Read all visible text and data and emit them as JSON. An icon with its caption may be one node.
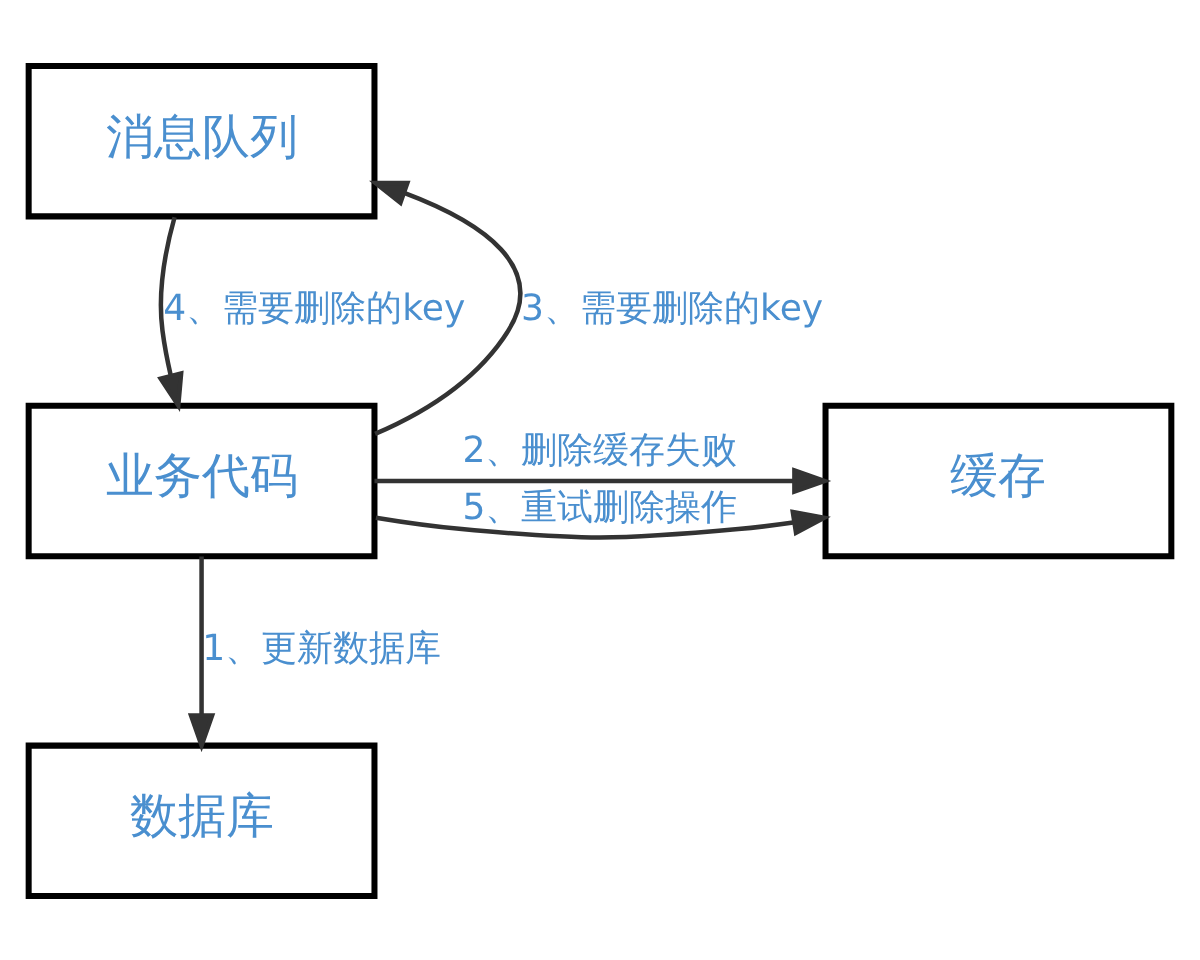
{
  "diagram": {
    "nodes": [
      {
        "text": [
          "消息队列"
        ]
      },
      {
        "text": [
          "业务代码"
        ]
      },
      {
        "text": [
          "缓存"
        ]
      },
      {
        "text": [
          "数据库"
        ]
      }
    ],
    "edges": [
      {
        "from": 1,
        "to": 3,
        "arrow": "to",
        "label": "1、更新数据库"
      },
      {
        "from": 1,
        "to": 2,
        "arrow": "to",
        "label": "2、删除缓存失败"
      },
      {
        "from": 1,
        "to": 0,
        "arrow": "to",
        "label": "3、需要删除的key"
      },
      {
        "from": 0,
        "to": 1,
        "arrow": "to",
        "label": "4、需要删除的key"
      },
      {
        "from": 1,
        "to": 2,
        "arrow": "to",
        "label": "5、重试删除操作"
      }
    ]
  }
}
